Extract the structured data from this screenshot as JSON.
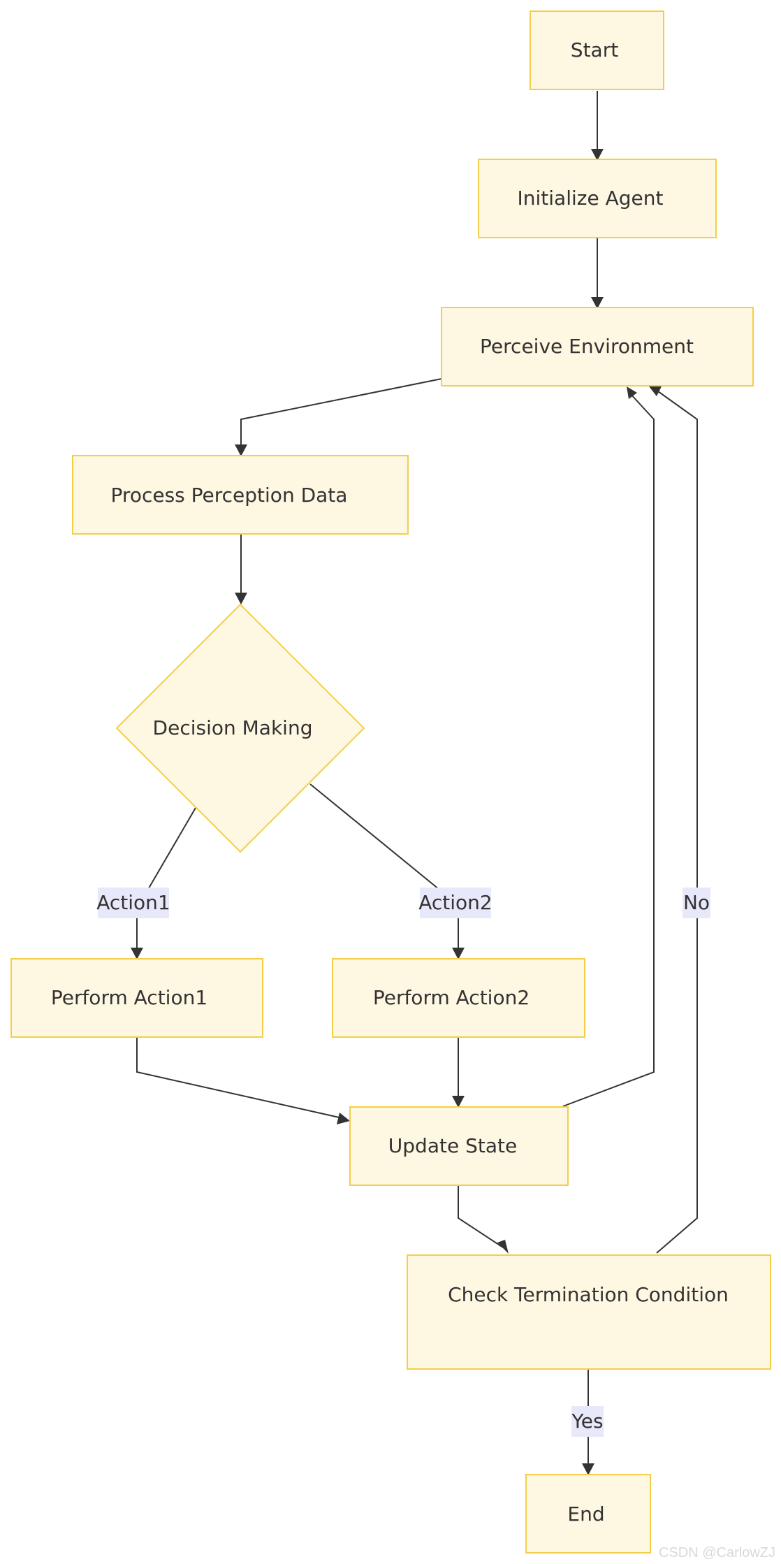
{
  "nodes": {
    "start": "Start",
    "init": "Initialize Agent",
    "perceive": "Perceive Environment",
    "process": "Process Perception Data",
    "decision": "Decision Making",
    "action1": "Perform Action1",
    "action2": "Perform Action2",
    "update": "Update State",
    "check": "Check Termination Condition",
    "end": "End"
  },
  "edge_labels": {
    "action1": "Action1",
    "action2": "Action2",
    "no": "No",
    "yes": "Yes"
  },
  "watermark": "CSDN @CarlowZJ",
  "colors": {
    "node_fill": "#fef7e2",
    "node_stroke": "#f4ce48",
    "edge": "#333333",
    "edge_label_bg": "#e8e8fb"
  }
}
